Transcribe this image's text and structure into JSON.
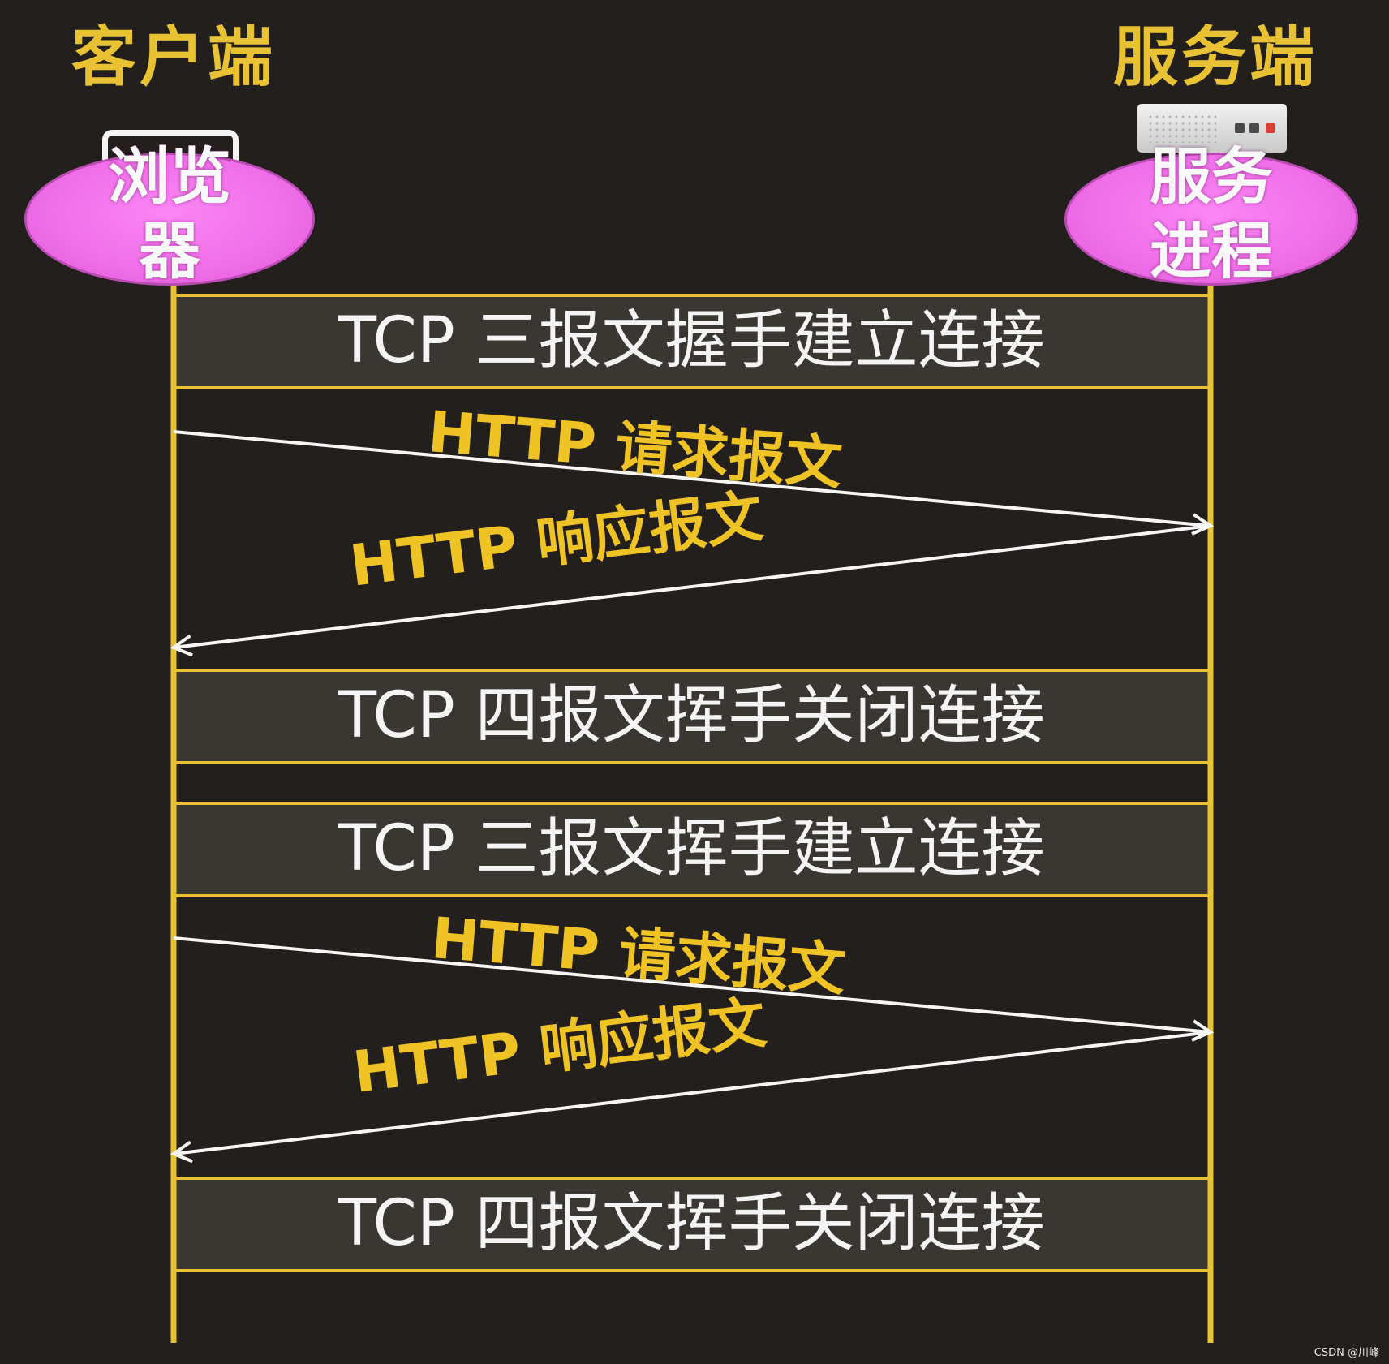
{
  "colors": {
    "background": "#231f1d",
    "accent_yellow": "#e9c233",
    "label_yellow": "#f0c324",
    "arrow_white": "#f6f6f6",
    "phase_fill": "#3a3733",
    "ellipse_pink": "#f07ae9"
  },
  "headers": {
    "client": "客户端",
    "server": "服务端"
  },
  "nodes": {
    "browser": {
      "line1": "浏览",
      "line2": "器",
      "icon": "browser-window-icon"
    },
    "server": {
      "line1": "服务",
      "line2": "进程",
      "icon": "server-rack-icon"
    }
  },
  "phases": [
    "TCP 三报文握手建立连接",
    "TCP 四报文挥手关闭连接",
    "TCP 三报文挥手建立连接",
    "TCP 四报文挥手关闭连接"
  ],
  "messages": [
    {
      "label": "HTTP 请求报文",
      "direction": "client-to-server"
    },
    {
      "label": "HTTP 响应报文",
      "direction": "server-to-client"
    },
    {
      "label": "HTTP 请求报文",
      "direction": "client-to-server"
    },
    {
      "label": "HTTP 响应报文",
      "direction": "server-to-client"
    }
  ],
  "credit": "CSDN @川峰"
}
